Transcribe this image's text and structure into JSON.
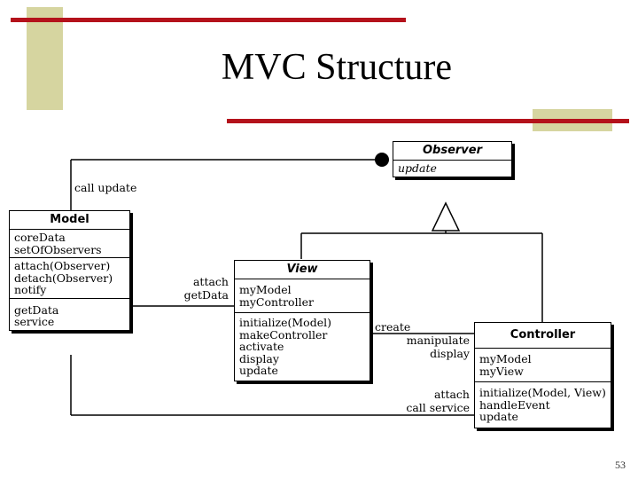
{
  "slide": {
    "title": "MVC Structure",
    "page_number": "53"
  },
  "colors": {
    "accent_red": "#b4121b",
    "accent_tan": "#d6d5a0"
  },
  "diagram": {
    "observer": {
      "name": "Observer",
      "operations": [
        "update"
      ]
    },
    "model": {
      "name": "Model",
      "attributes": [
        "coreData",
        "setOfObservers"
      ],
      "operations": [
        "attach(Observer)",
        "detach(Observer)",
        "notify"
      ],
      "operations2": [
        "getData",
        "service"
      ]
    },
    "view": {
      "name": "View",
      "attributes": [
        "myModel",
        "myController"
      ],
      "operations": [
        "initialize(Model)",
        "makeController",
        "activate",
        "display",
        "update"
      ]
    },
    "controller": {
      "name": "Controller",
      "attributes": [
        "myModel",
        "myView"
      ],
      "operations": [
        "initialize(Model, View)",
        "handleEvent",
        "update"
      ]
    },
    "labels": {
      "call_update": "call update",
      "attach": "attach",
      "get_data": "getData",
      "create": "create",
      "manipulate": "manipulate",
      "display": "display",
      "attach2": "attach",
      "call_service": "call service"
    }
  }
}
